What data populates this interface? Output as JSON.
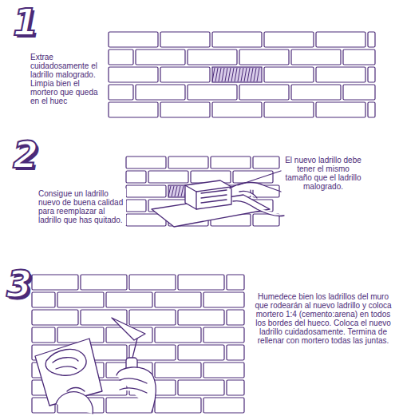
{
  "diagram": {
    "labels": [
      "1",
      "Extrae cuidadosamente el ladrillo malogrado. Limpia bien el mortero que queda en el huec",
      "2",
      "Consigue un ladrillo nuevo de buena calidad para reemplazar al ladrillo que has quitado.",
      "El nuevo ladrillo debe tener el mismo tamaño que el ladrillo malogrado.",
      "3",
      "Humedece bien los ladrillos del muro que rodearán al nuevo ladrillo y coloca mortero 1:4 (cemento:arena) en todos los bordes del hueco. Coloca el nuevo ladrillo cuidadosamente. Termina de rellenar con mortero todas las juntas."
    ]
  }
}
